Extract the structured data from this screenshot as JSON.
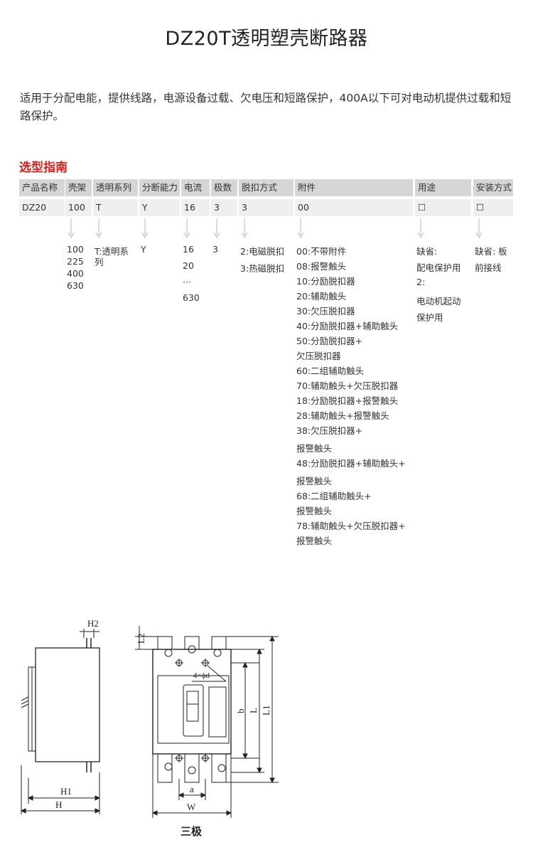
{
  "title": "DZ20T透明塑壳断路器",
  "description": "适用于分配电能，提供线路，电源设备过载、欠电压和短路保护，400A以下可对电动机提供过载和短路保护。",
  "guide_title": "选型指南",
  "columns": [
    {
      "header": "产品名称",
      "value": "DZ20",
      "details": []
    },
    {
      "header": "壳架",
      "value": "100",
      "details": [
        "100",
        "225",
        "400",
        "630"
      ]
    },
    {
      "header": "透明系列",
      "value": "T",
      "details": [
        "T:透明系",
        "列"
      ]
    },
    {
      "header": "分断能力",
      "value": "Y",
      "details": [
        "Y"
      ]
    },
    {
      "header": "电流",
      "value": "16",
      "details": [
        "16",
        "20",
        "···",
        "630"
      ]
    },
    {
      "header": "极数",
      "value": "3",
      "details": [
        "3"
      ]
    },
    {
      "header": "脱扣方式",
      "value": "3",
      "details": [
        "2:电磁脱扣",
        "3:热磁脱扣"
      ]
    },
    {
      "header": "附件",
      "value": "00",
      "details": [
        "00:不带附件",
        "08:报警触头",
        "10:分励脱扣器",
        "20:辅助触头",
        "30:欠压脱扣器",
        "40:分励脱扣器+辅助触头",
        "50:分励脱扣器+",
        "欠压脱扣器",
        "60:二组辅助触头",
        "70:辅助触头+欠压脱扣器",
        "18:分励脱扣器+报警触头",
        "28:辅助触头+报警触头",
        "38:欠压脱扣器+",
        "报警触头",
        "48:分励脱扣器+辅助触头+",
        "报警触头",
        "68:二组辅助触头+",
        "报警触头",
        "78:辅助触头+欠压脱扣器+",
        "报警触头"
      ]
    },
    {
      "header": "用途",
      "value": "☐",
      "details": [
        "缺省:",
        "配电保护用",
        "2:",
        "电动机起动",
        "保护用"
      ]
    },
    {
      "header": "安装方式",
      "value": "☐",
      "details": [
        "缺省: 板",
        "前接线"
      ]
    }
  ],
  "diagram_labels": {
    "h2": "H2",
    "h1": "H1",
    "h": "H",
    "l2": "L2",
    "hole": "4×ϕd",
    "b": "b",
    "l": "L",
    "l1": "L1",
    "a": "a",
    "w": "W"
  },
  "caption": "三极",
  "colors": {
    "accent": "#d8201f",
    "header_bg": "#d6d6d6",
    "value_bg": "#efefef"
  }
}
